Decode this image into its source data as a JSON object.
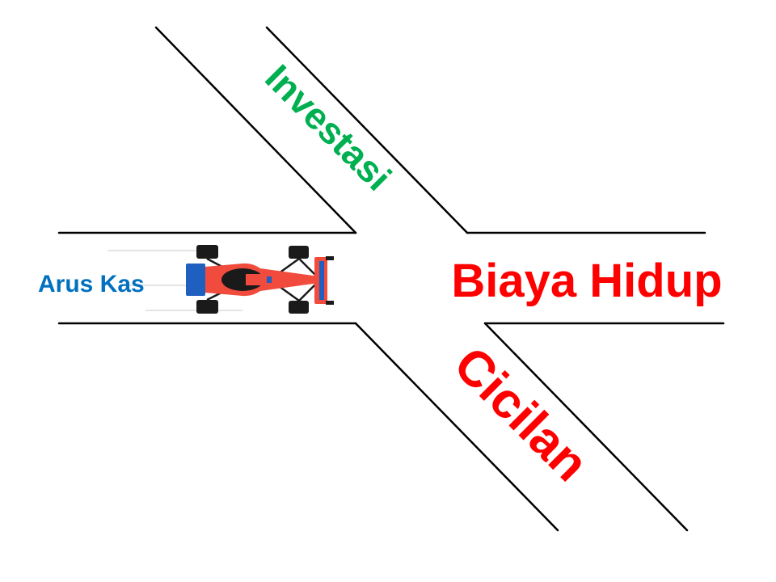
{
  "labels": {
    "source": "Arus Kas",
    "upper_branch": "Investasi",
    "straight_branch": "Biaya Hidup",
    "lower_branch": "Cicilan"
  },
  "colors": {
    "source": "#0070c0",
    "upper_branch": "#00b050",
    "straight_branch": "#ff0000",
    "lower_branch": "#ff0000",
    "road": "#000000",
    "car_body": "#f04b3c",
    "car_accent": "#1f5fbf",
    "car_dark": "#1a1a1a"
  },
  "icons": {
    "car": "formula-race-car-icon"
  }
}
